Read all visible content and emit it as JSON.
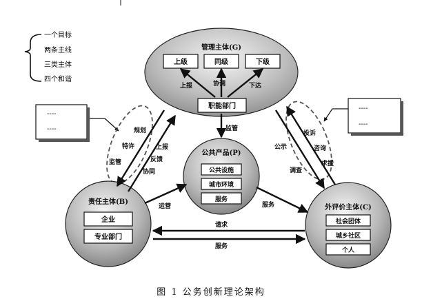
{
  "legend": {
    "items": [
      "一个目标",
      "两条主线",
      "三类主体",
      "四个和谐"
    ]
  },
  "callouts": {
    "left": [
      "----",
      "----"
    ],
    "right": [
      "----",
      "----"
    ]
  },
  "management": {
    "title": "管理主体(G)",
    "levels": [
      "上级",
      "同级",
      "下级"
    ],
    "flow": [
      "上报",
      "协调",
      "下达"
    ],
    "dept": "职能部门"
  },
  "public_product": {
    "title": "公共产品(P)",
    "items": [
      "公共设施",
      "城市环境",
      "服务"
    ]
  },
  "responsibility": {
    "title": "责任主体(B)",
    "items": [
      "企业",
      "专业部门"
    ]
  },
  "evaluator": {
    "title": "外评价主体(C)",
    "items": [
      "社会团体",
      "城乡社区",
      "个人"
    ]
  },
  "edges": {
    "g_to_b": [
      "规划",
      "特许",
      "监管"
    ],
    "b_to_g": [
      "上报",
      "反馈",
      "协同"
    ],
    "g_to_p": "监管",
    "b_to_p": "运营",
    "p_to_c": "服务",
    "c_to_b": "请求",
    "b_to_c": "服务",
    "g_to_c": [
      "公示",
      "调查"
    ],
    "c_to_g": [
      "投诉",
      "咨询",
      "求援"
    ]
  },
  "caption": "图 1   公务创新理论架构"
}
